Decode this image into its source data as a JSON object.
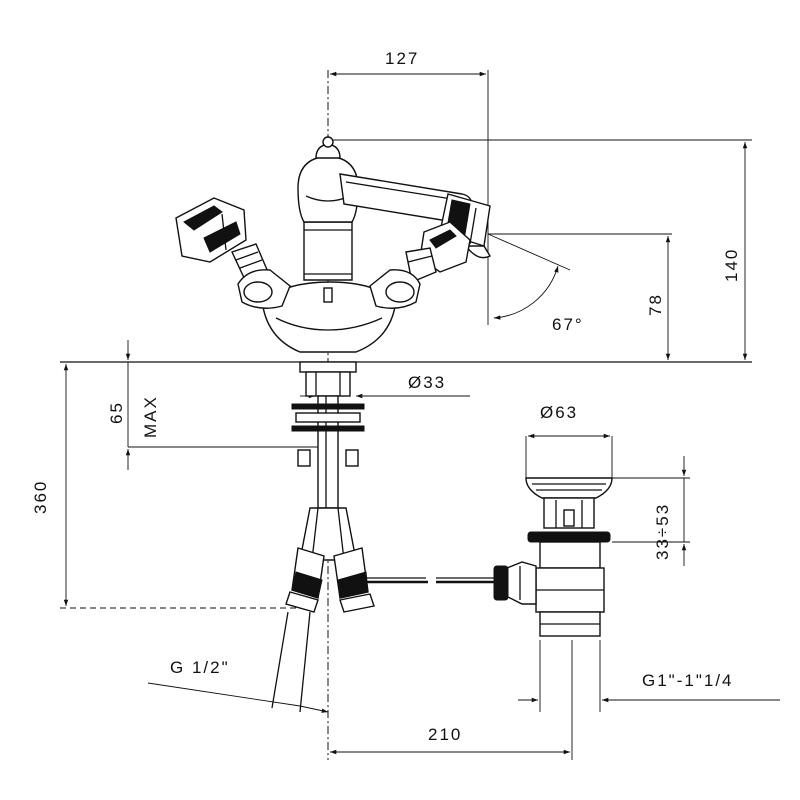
{
  "dimensions": {
    "d127": "127",
    "d140": "140",
    "d78": "78",
    "d67": "67°",
    "d65": "65",
    "max": "MAX",
    "d360": "360",
    "d33": "Ø33",
    "d63": "Ø63",
    "d33_53": "33÷53",
    "g12": "G 1/2\"",
    "g1": "G1\"-1\"1/4",
    "d210": "210"
  }
}
